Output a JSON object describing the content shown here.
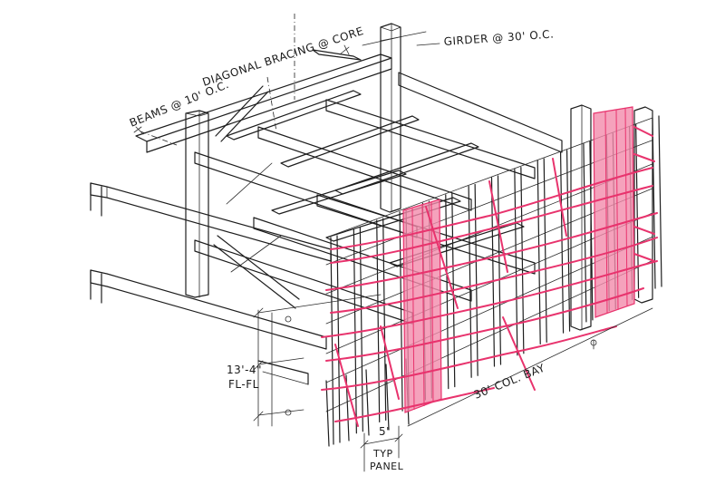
{
  "annotations": {
    "beams": "BEAMS @ 10' O.C.",
    "bracing": "DIAGONAL BRACING @ CORE",
    "girder": "GIRDER @ 30' O.C.",
    "floor_height_1": "13'-4\"",
    "floor_height_2": "FL-FL",
    "col_bay": "30' COL. BAY",
    "panel_dim": "5'",
    "panel_1": "TYP",
    "panel_2": "PANEL"
  },
  "colors": {
    "ink": "#1e1e1e",
    "accent": "#e8336d",
    "accent_fill": "#f28bab"
  }
}
